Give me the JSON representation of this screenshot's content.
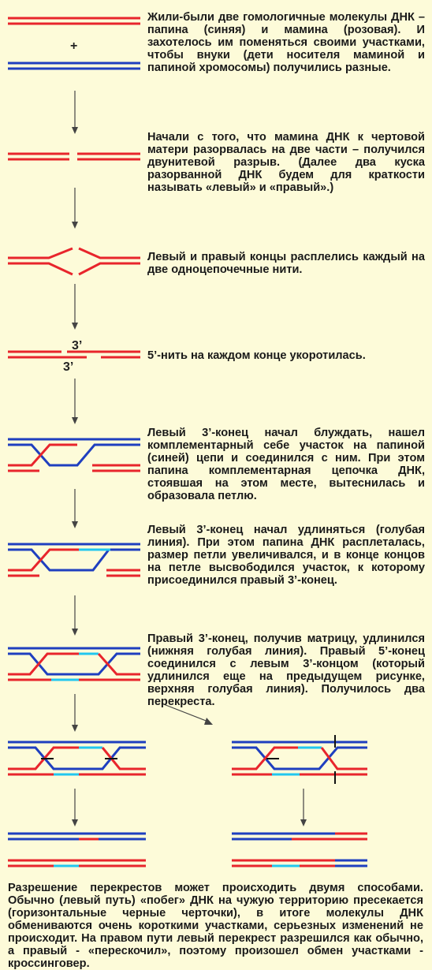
{
  "colors": {
    "background": "#fdfbd9",
    "mom_dna": "#e8252c",
    "dad_dna": "#1f3fbf",
    "new_synthesis": "#22c7ee",
    "arrow": "#444444"
  },
  "steps": [
    {
      "text": "Жили-были две гомологичные молекулы ДНК – папина (синяя) и мамина (розовая). И захотелось им поменяться своими участками, чтобы внуки (дети носителя маминой и папиной хромосомы) получились разные."
    },
    {
      "text": "Начали с того, что мамина ДНК к чертовой матери разорвалась на две части – получился двунитевой разрыв. (Далее два куска разорванной ДНК будем для краткости называть «левый» и «правый».)"
    },
    {
      "text": "Левый и правый концы расплелись каждый на две одноцепочечные нити."
    },
    {
      "text": "5’-нить на каждом конце укоротилась."
    },
    {
      "text": "Левый 3’-конец начал блуждать, нашел комплементарный себе участок на папиной (синей) цепи и соединился с ним. При этом папина комплементарная цепочка ДНК, стоявшая на этом месте, вытеснилась и образовала петлю."
    },
    {
      "text": "Левый 3’-конец начал удлиняться (голубая линия). При этом папина ДНК расплеталась, размер петли увеличивался, и в конце концов на петле высвободился участок, к которому присоединился правый 3’-конец."
    },
    {
      "text": "Правый 3’-конец, получив матрицу, удлинился (нижняя голубая линия). Правый 5’-конец соединился с левым 3’-концом (который удлинился еще на предыдущем рисунке, верхняя голубая линия). Получилось два перекреста."
    }
  ],
  "diagram_labels": {
    "plus": "+",
    "end_top": "3’",
    "end_bottom": "3’"
  },
  "conclusion": "Разрешение перекрестов может происходить двумя способами. Обычно (левый путь) «побег» ДНК на чужую территорию пресекается (горизонтальные черные черточки), в итоге молекулы ДНК обмениваются очень короткими участками, серьезных изменений не происходит. На правом пути левый перекрест разрешился как обычно, а правый - «перескочил», поэтому произошел обмен участками - кроссинговер."
}
